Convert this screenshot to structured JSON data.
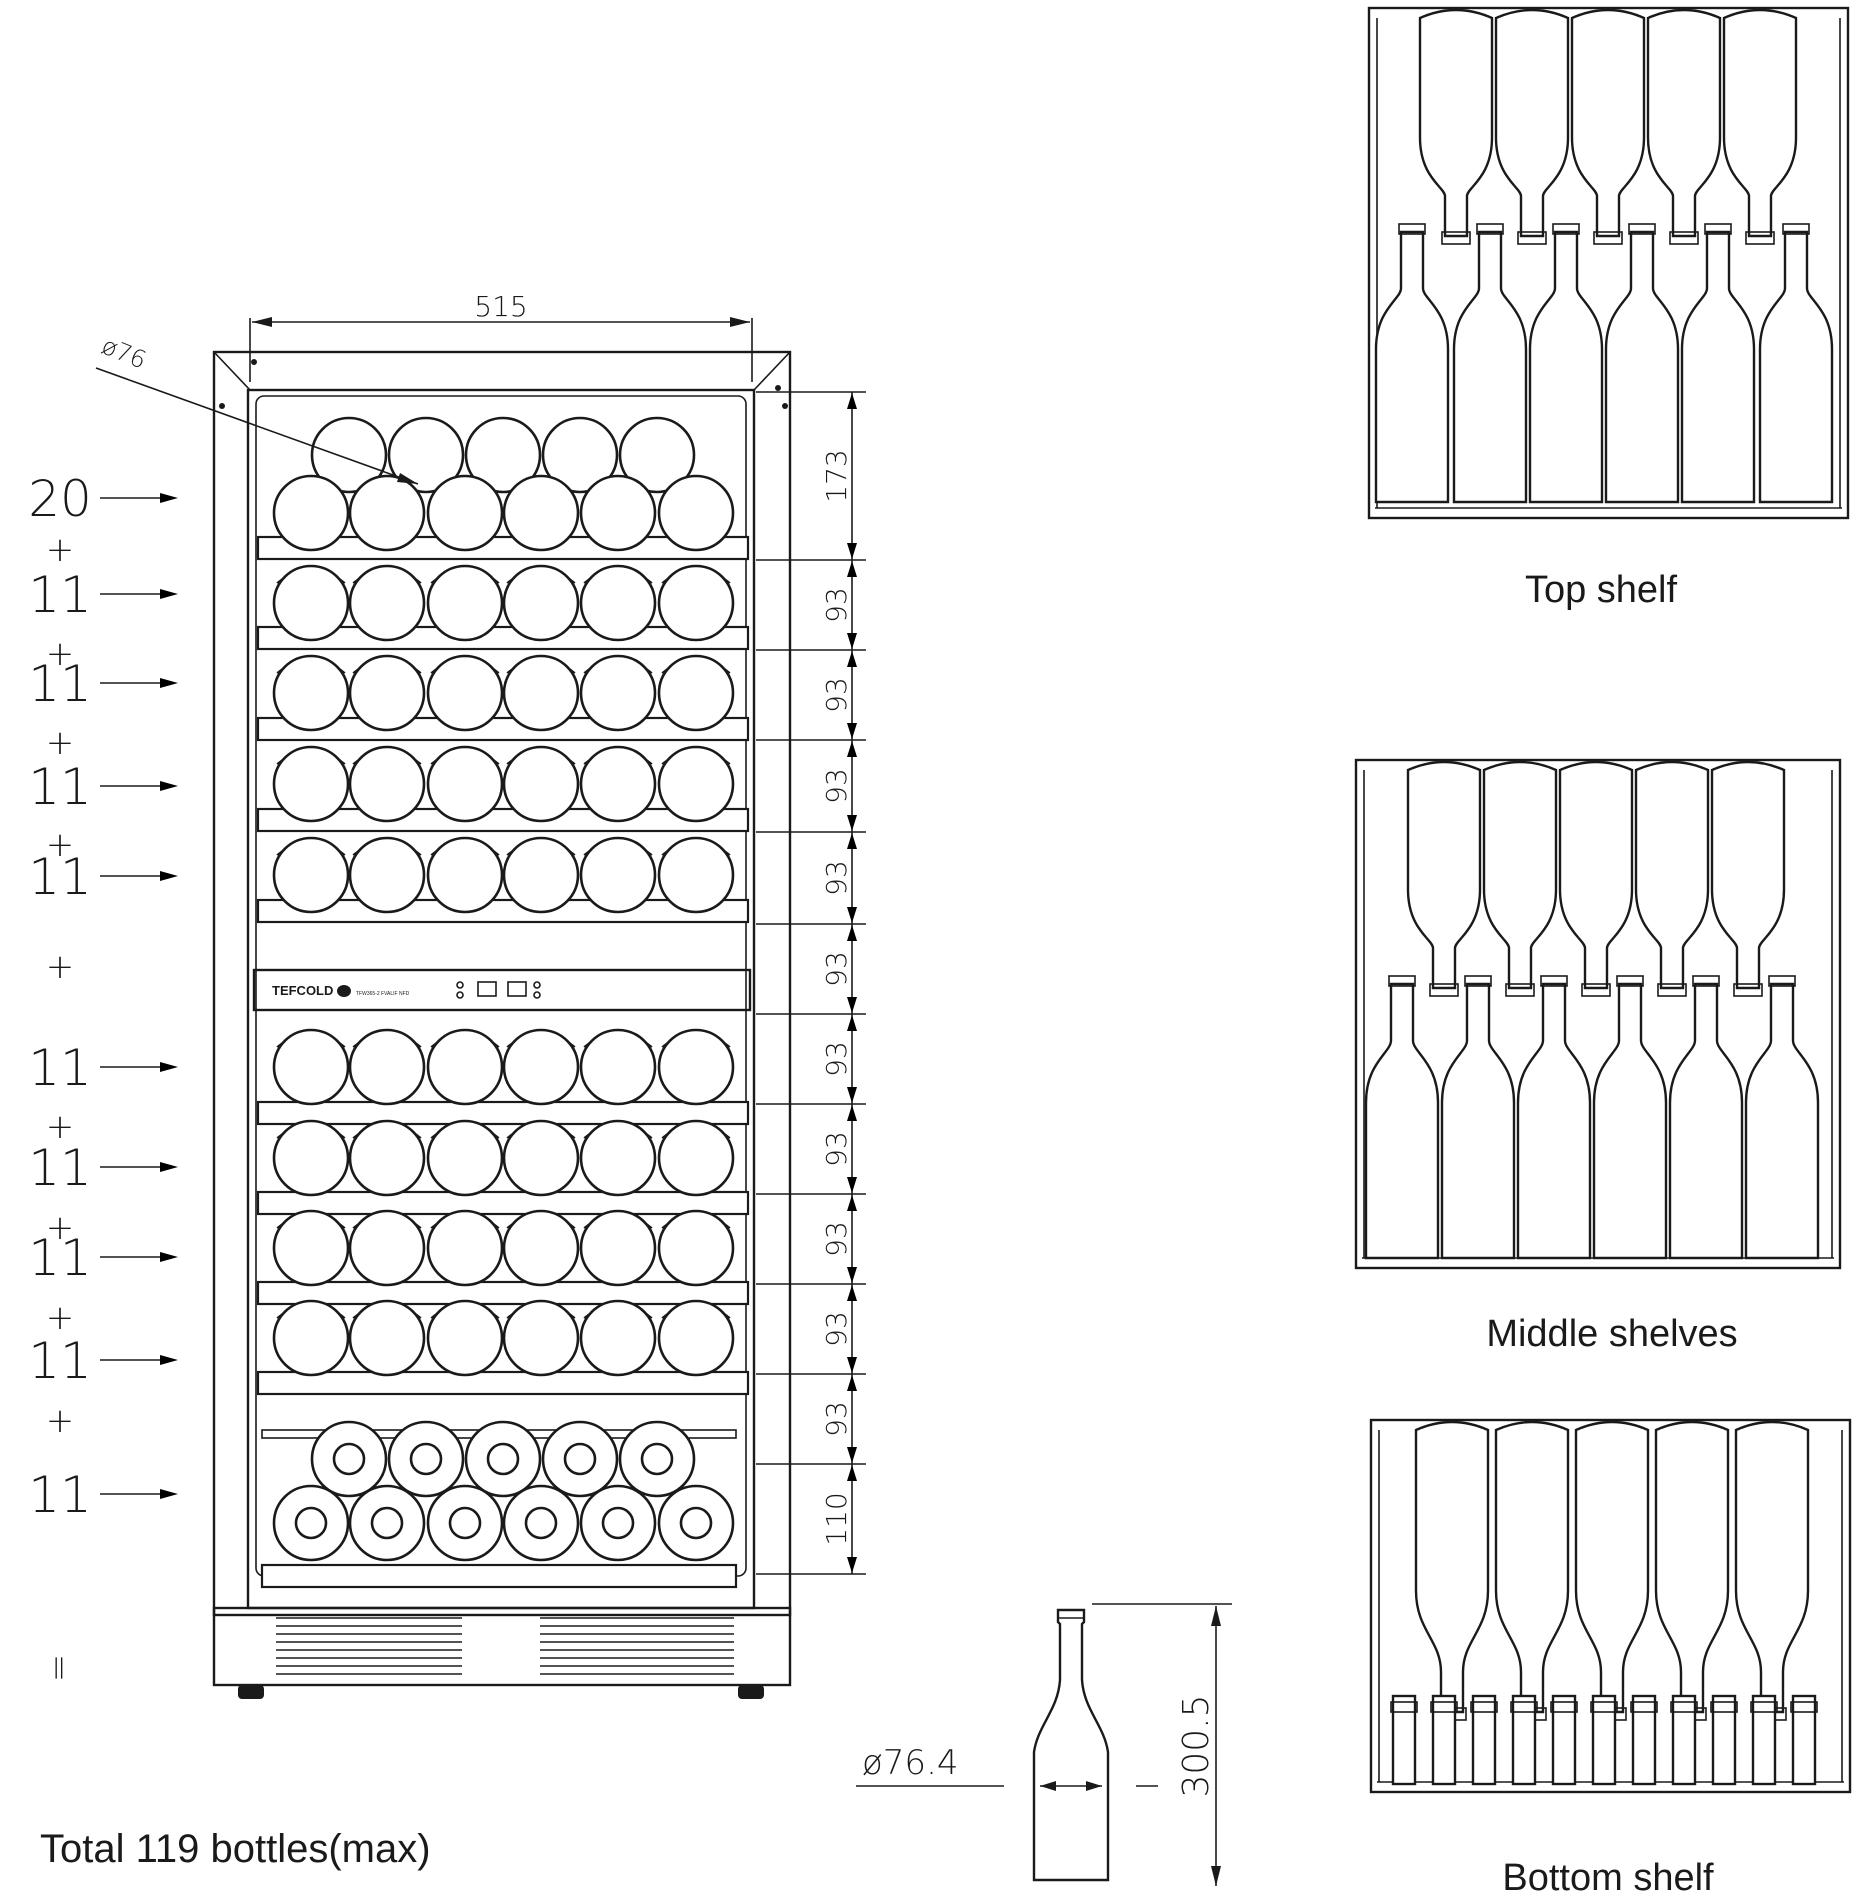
{
  "dimensions": {
    "width_label": "515",
    "bottle_diameter_label": "ø76",
    "shelf_heights": [
      "173",
      "93",
      "93",
      "93",
      "93",
      "93",
      "93",
      "93",
      "93",
      "93",
      "93",
      "110"
    ]
  },
  "counts": {
    "items": [
      "20",
      "11",
      "11",
      "11",
      "11",
      "11",
      "11",
      "11",
      "11",
      "11"
    ],
    "plus_sign": "+",
    "equals_sign": "="
  },
  "total_label": "Total 119 bottles(max)",
  "brand": {
    "name": "TEFCOLD",
    "model": "TFW365-2 FVALIF NFD"
  },
  "bottle_spec": {
    "diameter_label": "ø76.4",
    "height_label": "300.5"
  },
  "shelf_views": {
    "top": "Top shelf",
    "middle": "Middle shelves",
    "bottom": "Bottom shelf"
  }
}
